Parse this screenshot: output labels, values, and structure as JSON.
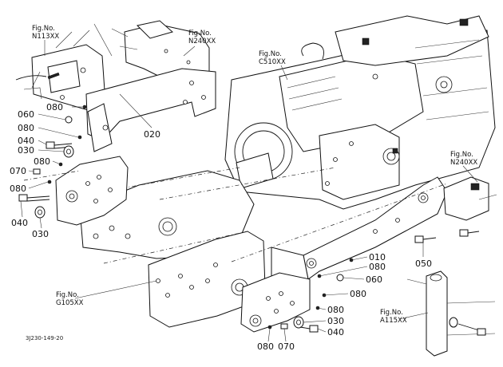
{
  "figure_code": "3J230-149-20",
  "fig_refs": [
    {
      "id": "n113",
      "line1": "Fig.No.",
      "line2": "N113XX"
    },
    {
      "id": "n240a",
      "line1": "Fig.No.",
      "line2": "N240XX"
    },
    {
      "id": "c510",
      "line1": "Fig.No.",
      "line2": "C510XX"
    },
    {
      "id": "n240b",
      "line1": "Fig.No.",
      "line2": "N240XX"
    },
    {
      "id": "g105",
      "line1": "Fig.No.",
      "line2": "G105XX"
    },
    {
      "id": "a115",
      "line1": "Fig.No.",
      "line2": "A115XX"
    }
  ],
  "callouts": [
    {
      "id": "c01",
      "text": "080"
    },
    {
      "id": "c02",
      "text": "060"
    },
    {
      "id": "c03",
      "text": "080"
    },
    {
      "id": "c04",
      "text": "040"
    },
    {
      "id": "c05",
      "text": "030"
    },
    {
      "id": "c06",
      "text": "080"
    },
    {
      "id": "c07",
      "text": "070"
    },
    {
      "id": "c08",
      "text": "080"
    },
    {
      "id": "c09",
      "text": "040"
    },
    {
      "id": "c10",
      "text": "030"
    },
    {
      "id": "c11",
      "text": "020"
    },
    {
      "id": "c12",
      "text": "010"
    },
    {
      "id": "c13",
      "text": "080"
    },
    {
      "id": "c14",
      "text": "050"
    },
    {
      "id": "c15",
      "text": "060"
    },
    {
      "id": "c16",
      "text": "080"
    },
    {
      "id": "c17",
      "text": "080"
    },
    {
      "id": "c18",
      "text": "030"
    },
    {
      "id": "c19",
      "text": "040"
    },
    {
      "id": "c20",
      "text": "080"
    },
    {
      "id": "c21",
      "text": "070"
    }
  ]
}
